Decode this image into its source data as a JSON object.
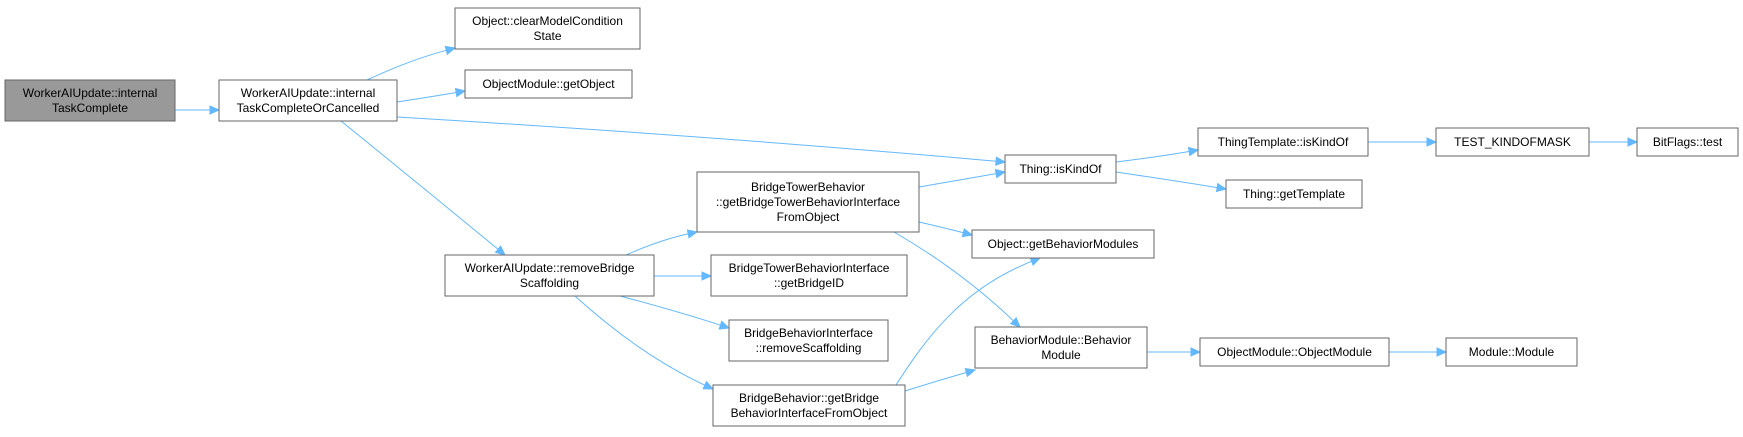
{
  "diagram": {
    "type": "call-graph",
    "colors": {
      "root_fill": "#999999",
      "node_border": "#666666",
      "edge": "#63b8ff"
    },
    "nodes": {
      "n0": {
        "lines": [
          "WorkerAIUpdate::internal",
          "TaskComplete"
        ],
        "root": true
      },
      "n1": {
        "lines": [
          "WorkerAIUpdate::internal",
          "TaskCompleteOrCancelled"
        ]
      },
      "n2": {
        "lines": [
          "Object::clearModelCondition",
          "State"
        ]
      },
      "n3": {
        "lines": [
          "ObjectModule::getObject"
        ]
      },
      "n4": {
        "lines": [
          "Thing::isKindOf"
        ]
      },
      "n5": {
        "lines": [
          "WorkerAIUpdate::removeBridge",
          "Scaffolding"
        ]
      },
      "n6": {
        "lines": [
          "BridgeTowerBehavior",
          "::getBridgeTowerBehaviorInterface",
          "FromObject"
        ]
      },
      "n7": {
        "lines": [
          "BridgeTowerBehaviorInterface",
          "::getBridgeID"
        ]
      },
      "n8": {
        "lines": [
          "BridgeBehaviorInterface",
          "::removeScaffolding"
        ]
      },
      "n9": {
        "lines": [
          "BridgeBehavior::getBridge",
          "BehaviorInterfaceFromObject"
        ]
      },
      "n10": {
        "lines": [
          "Object::getBehaviorModules"
        ]
      },
      "n11": {
        "lines": [
          "BehaviorModule::Behavior",
          "Module"
        ]
      },
      "n12": {
        "lines": [
          "ThingTemplate::isKindOf"
        ]
      },
      "n13": {
        "lines": [
          "Thing::getTemplate"
        ]
      },
      "n14": {
        "lines": [
          "TEST_KINDOFMASK"
        ]
      },
      "n15": {
        "lines": [
          "BitFlags::test"
        ]
      },
      "n16": {
        "lines": [
          "ObjectModule::ObjectModule"
        ]
      },
      "n17": {
        "lines": [
          "Module::Module"
        ]
      }
    },
    "edges": [
      [
        "n0",
        "n1"
      ],
      [
        "n1",
        "n2"
      ],
      [
        "n1",
        "n3"
      ],
      [
        "n1",
        "n4"
      ],
      [
        "n1",
        "n5"
      ],
      [
        "n5",
        "n6"
      ],
      [
        "n5",
        "n7"
      ],
      [
        "n5",
        "n8"
      ],
      [
        "n5",
        "n9"
      ],
      [
        "n6",
        "n4"
      ],
      [
        "n6",
        "n10"
      ],
      [
        "n6",
        "n11"
      ],
      [
        "n9",
        "n10"
      ],
      [
        "n9",
        "n11"
      ],
      [
        "n4",
        "n12"
      ],
      [
        "n4",
        "n13"
      ],
      [
        "n12",
        "n14"
      ],
      [
        "n14",
        "n15"
      ],
      [
        "n11",
        "n16"
      ],
      [
        "n16",
        "n17"
      ]
    ]
  }
}
